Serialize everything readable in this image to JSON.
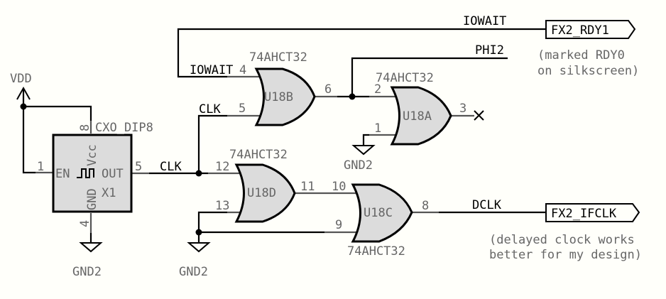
{
  "schematic": {
    "power": {
      "vdd": "VDD",
      "gnd": "GND2"
    },
    "oscillator": {
      "ref": "X1",
      "value": "CXO_DIP8",
      "pins": {
        "en_num": "1",
        "en": "EN",
        "out_num": "5",
        "out": "OUT",
        "vcc_num": "8",
        "vcc": "Vcc",
        "gnd_num": "4",
        "gnd": "GND"
      }
    },
    "gates": {
      "u18b": {
        "ref": "U18B",
        "value": "74AHCT32",
        "in1": "4",
        "in2": "5",
        "out": "6"
      },
      "u18a": {
        "ref": "U18A",
        "value": "74AHCT32",
        "in1": "2",
        "in2": "1",
        "out": "3"
      },
      "u18d": {
        "ref": "U18D",
        "value": "74AHCT32",
        "in1": "12",
        "in2": "13",
        "out": "11"
      },
      "u18c": {
        "ref": "U18C",
        "value": "74AHCT32",
        "in1": "10",
        "in2": "9",
        "out": "8"
      }
    },
    "nets": {
      "iowait": "IOWAIT",
      "phi2": "PHI2",
      "clk": "CLK",
      "dclk": "DCLK"
    },
    "ports": {
      "rdy": {
        "label": "FX2_RDY1",
        "note1": "(marked RDY0",
        "note2": "on silkscreen)"
      },
      "ifclk": {
        "label": "FX2_IFCLK",
        "note1": "(delayed clock works",
        "note2": "better for my design)"
      }
    }
  }
}
